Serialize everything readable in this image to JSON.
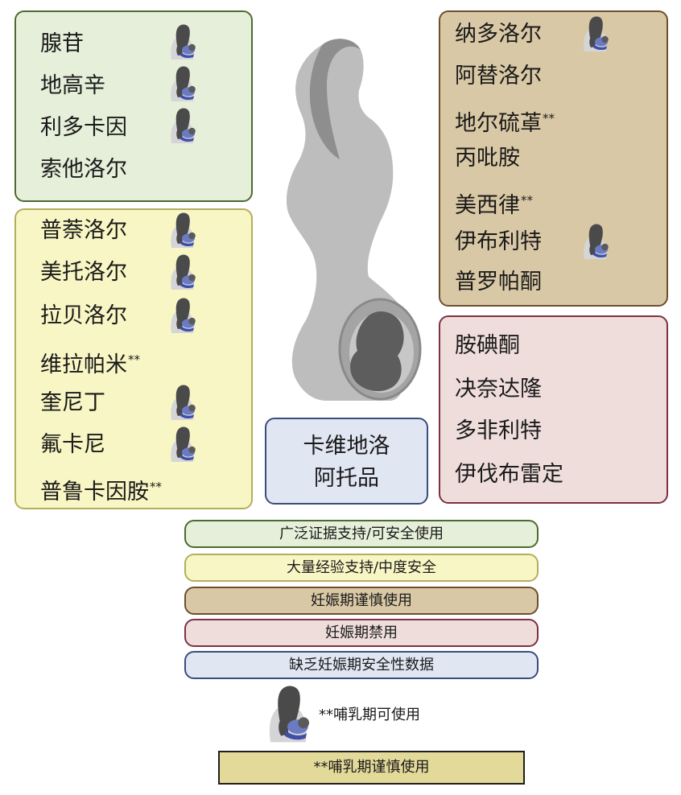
{
  "icons": {
    "breastfeeding": "mother-breastfeeding-icon",
    "pregnant": "pregnant-woman-silhouette"
  },
  "colors": {
    "green": "#e6efd9",
    "green_border": "#4c6b2e",
    "yellow": "#f8f6c4",
    "yellow_border": "#b4ae5c",
    "tan": "#d9c8a5",
    "tan_border": "#6e4e2c",
    "pink": "#eedddb",
    "pink_border": "#7e3044",
    "blue": "#e1e6f3",
    "blue_border": "#3b4c7e"
  },
  "groups": {
    "green": {
      "items": [
        {
          "name": "腺苷",
          "mark": "",
          "breastfeeding_ok": true
        },
        {
          "name": "地高辛",
          "mark": "",
          "breastfeeding_ok": true
        },
        {
          "name": "利多卡因",
          "mark": "",
          "breastfeeding_ok": true
        },
        {
          "name": "索他洛尔",
          "mark": "",
          "breastfeeding_ok": false
        }
      ]
    },
    "yellow": {
      "items": [
        {
          "name": "普萘洛尔",
          "mark": "",
          "breastfeeding_ok": true
        },
        {
          "name": "美托洛尔",
          "mark": "",
          "breastfeeding_ok": true
        },
        {
          "name": "拉贝洛尔",
          "mark": "",
          "breastfeeding_ok": true
        },
        {
          "name": "维拉帕米",
          "mark": "**",
          "breastfeeding_ok": false
        },
        {
          "name": "奎尼丁",
          "mark": "",
          "breastfeeding_ok": true
        },
        {
          "name": "氟卡尼",
          "mark": "",
          "breastfeeding_ok": true
        },
        {
          "name": "普鲁卡因胺",
          "mark": "**",
          "breastfeeding_ok": false
        }
      ]
    },
    "tan": {
      "items": [
        {
          "name": "纳多洛尔",
          "mark": "",
          "breastfeeding_ok": true
        },
        {
          "name": "阿替洛尔",
          "mark": "",
          "breastfeeding_ok": false
        },
        {
          "name": "地尔硫䓬",
          "mark": "**",
          "breastfeeding_ok": false
        },
        {
          "name": "丙吡胺",
          "mark": "",
          "breastfeeding_ok": false
        },
        {
          "name": "美西律",
          "mark": "**",
          "breastfeeding_ok": false
        },
        {
          "name": "伊布利特",
          "mark": "",
          "breastfeeding_ok": true
        },
        {
          "name": "普罗帕酮",
          "mark": "",
          "breastfeeding_ok": false
        }
      ]
    },
    "pink": {
      "items": [
        {
          "name": "胺碘酮",
          "mark": ""
        },
        {
          "name": "决奈达隆",
          "mark": ""
        },
        {
          "name": "多非利特",
          "mark": ""
        },
        {
          "name": "伊伐布雷定",
          "mark": ""
        }
      ]
    },
    "blue": {
      "items": [
        {
          "name": "卡维地洛"
        },
        {
          "name": "阿托品"
        }
      ]
    }
  },
  "legend": {
    "green": "广泛证据支持/可安全使用",
    "yellow": "大量经验支持/中度安全",
    "tan": "妊娠期谨慎使用",
    "pink": "妊娠期禁用",
    "blue": "缺乏妊娠期安全性数据",
    "breastfeeding_ok": "**哺乳期可使用",
    "breastfeeding_caution": "**哺乳期谨慎使用"
  }
}
